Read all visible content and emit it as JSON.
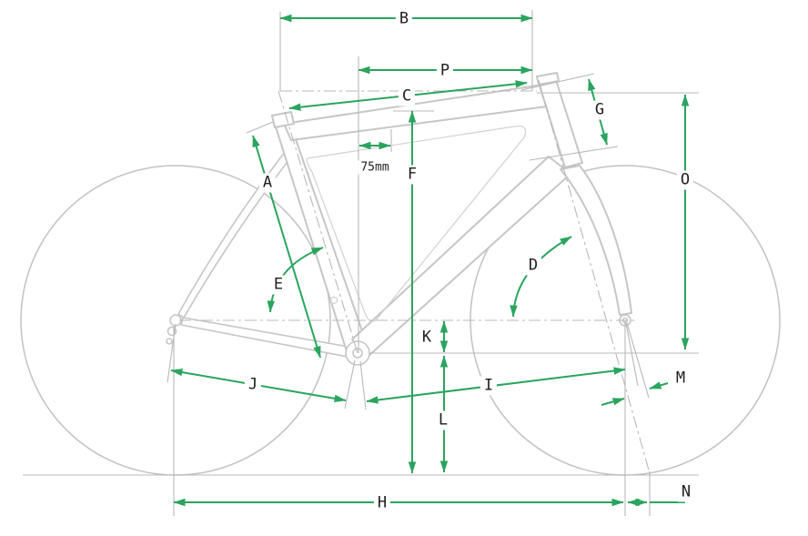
{
  "diagram": {
    "type": "bicycle-frame-geometry-diagram",
    "labels": {
      "A": "A",
      "B": "B",
      "C": "C",
      "D": "D",
      "E": "E",
      "F": "F",
      "G": "G",
      "H": "H",
      "I": "I",
      "J": "J",
      "K": "K",
      "L": "L",
      "M": "M",
      "N": "N",
      "O": "O",
      "P": "P"
    },
    "annotations": {
      "offset": "75mm"
    },
    "colors": {
      "dimension": "#2aa45e",
      "frame": "#c6c6c6",
      "reference": "#b8b8b8",
      "text": "#1f1f1f",
      "background": "#ffffff"
    }
  }
}
